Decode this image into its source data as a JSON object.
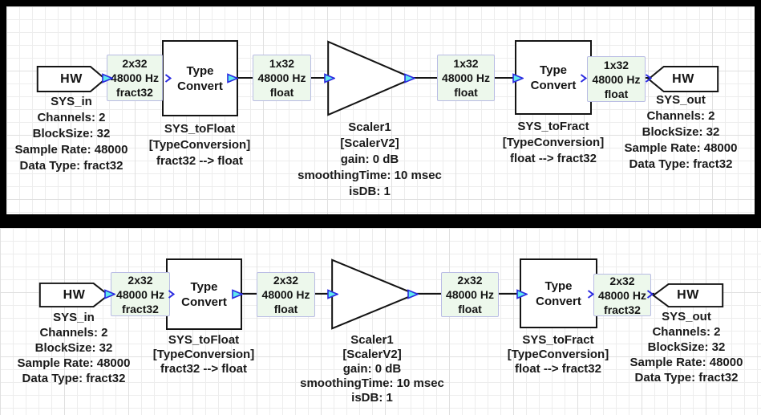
{
  "colors": {
    "background": "#000000",
    "canvas": "#ffffff",
    "grid_minor": "#ededed",
    "grid_major": "#e0e0e0",
    "block_stroke": "#141414",
    "wire": "#141414",
    "wire_label_fill": "#edf8ec",
    "wire_label_border": "#b9bce4",
    "pin_fill": "#5fe9ee",
    "pin_stroke": "#2a2ae0",
    "text": "#1a1a1a"
  },
  "diagrams": [
    {
      "hw_in": {
        "label": "HW",
        "name": "SYS_in",
        "props": [
          "Channels: 2",
          "BlockSize: 32",
          "Sample Rate: 48000",
          "Data Type: fract32"
        ]
      },
      "wire1": {
        "lines": [
          "2x32",
          "48000 Hz",
          "fract32"
        ]
      },
      "tc1": {
        "label": "Type Convert",
        "name": "SYS_toFloat",
        "class": "[TypeConversion]",
        "conversion": "fract32 --> float"
      },
      "wire2": {
        "lines": [
          "1x32",
          "48000 Hz",
          "float"
        ]
      },
      "scaler": {
        "name": "Scaler1",
        "class": "[ScalerV2]",
        "params": [
          "gain: 0 dB",
          "smoothingTime: 10 msec",
          "isDB: 1"
        ]
      },
      "wire3": {
        "lines": [
          "1x32",
          "48000 Hz",
          "float"
        ]
      },
      "tc2": {
        "label": "Type Convert",
        "name": "SYS_toFract",
        "class": "[TypeConversion]",
        "conversion": "float --> fract32"
      },
      "wire4": {
        "lines": [
          "1x32",
          "48000 Hz",
          "float"
        ]
      },
      "hw_out": {
        "label": "HW",
        "name": "SYS_out",
        "props": [
          "Channels: 2",
          "BlockSize: 32",
          "Sample Rate: 48000",
          "Data Type: fract32"
        ]
      }
    },
    {
      "hw_in": {
        "label": "HW",
        "name": "SYS_in",
        "props": [
          "Channels: 2",
          "BlockSize: 32",
          "Sample Rate: 48000",
          "Data Type: fract32"
        ]
      },
      "wire1": {
        "lines": [
          "2x32",
          "48000 Hz",
          "fract32"
        ]
      },
      "tc1": {
        "label": "Type Convert",
        "name": "SYS_toFloat",
        "class": "[TypeConversion]",
        "conversion": "fract32 --> float"
      },
      "wire2": {
        "lines": [
          "2x32",
          "48000 Hz",
          "float"
        ]
      },
      "scaler": {
        "name": "Scaler1",
        "class": "[ScalerV2]",
        "params": [
          "gain: 0 dB",
          "smoothingTime: 10 msec",
          "isDB: 1"
        ]
      },
      "wire3": {
        "lines": [
          "2x32",
          "48000 Hz",
          "float"
        ]
      },
      "tc2": {
        "label": "Type Convert",
        "name": "SYS_toFract",
        "class": "[TypeConversion]",
        "conversion": "float --> fract32"
      },
      "wire4": {
        "lines": [
          "2x32",
          "48000 Hz",
          "fract32"
        ]
      },
      "hw_out": {
        "label": "HW",
        "name": "SYS_out",
        "props": [
          "Channels: 2",
          "BlockSize: 32",
          "Sample Rate: 48000",
          "Data Type: fract32"
        ]
      }
    }
  ]
}
